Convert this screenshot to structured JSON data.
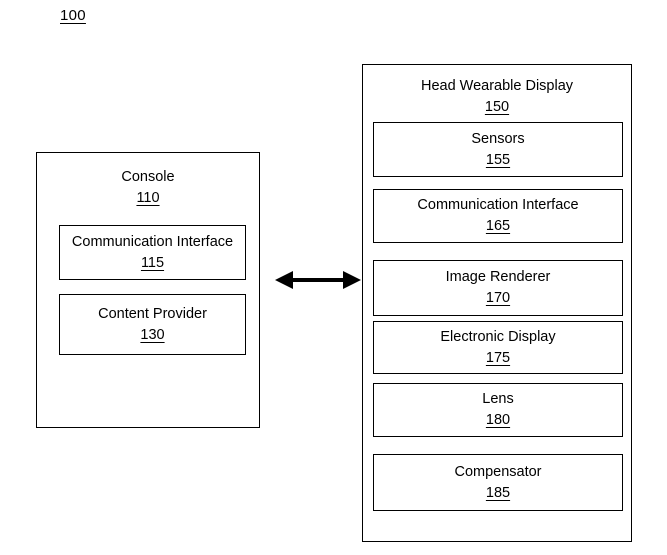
{
  "figure": {
    "number": "100"
  },
  "console": {
    "title": "Console",
    "ref": "110",
    "components": [
      {
        "label": "Communication Interface",
        "ref": "115"
      },
      {
        "label": "Content Provider",
        "ref": "130"
      }
    ]
  },
  "head_wearable_display": {
    "title": "Head Wearable Display",
    "ref": "150",
    "components": [
      {
        "label": "Sensors",
        "ref": "155"
      },
      {
        "label": "Communication Interface",
        "ref": "165"
      },
      {
        "label": "Image Renderer",
        "ref": "170"
      },
      {
        "label": "Electronic Display",
        "ref": "175"
      },
      {
        "label": "Lens",
        "ref": "180"
      },
      {
        "label": "Compensator",
        "ref": "185"
      }
    ]
  },
  "connector": {
    "name": "bidirectional-arrow",
    "from": "Console",
    "to": "Head Wearable Display",
    "color": "#000000"
  }
}
